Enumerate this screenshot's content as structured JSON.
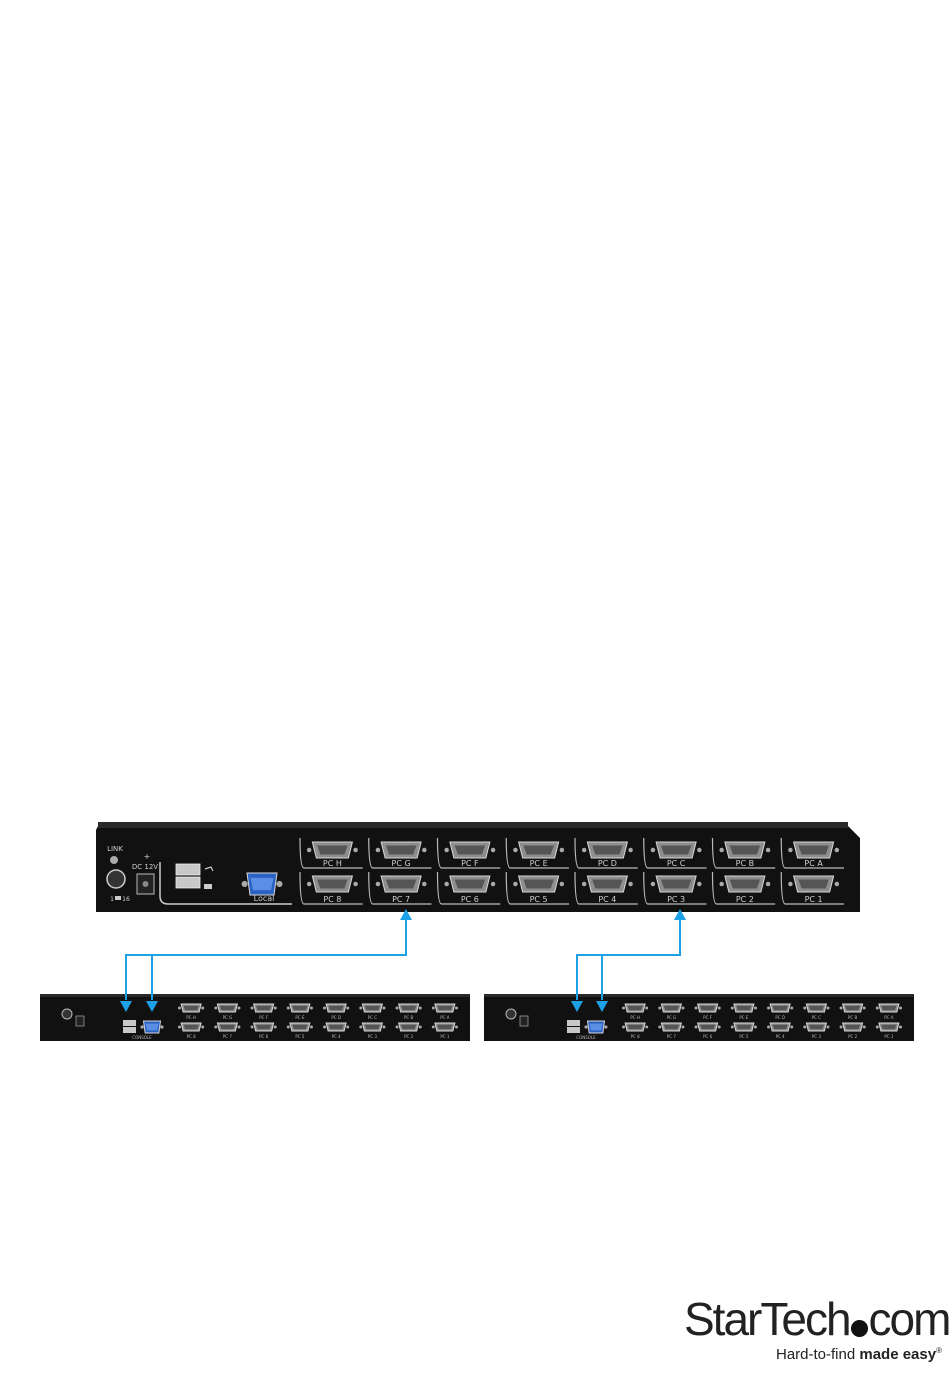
{
  "primary": {
    "link_label": "LINK",
    "dc_label": "DC 12V",
    "dc_polarity": "+",
    "switch_min": "1",
    "switch_max": "16",
    "local_label": "Local",
    "top_ports": [
      "PC H",
      "PC G",
      "PC F",
      "PC E",
      "PC D",
      "PC C",
      "PC B",
      "PC A"
    ],
    "bottom_ports": [
      "PC 8",
      "PC 7",
      "PC 6",
      "PC 5",
      "PC 4",
      "PC 3",
      "PC 2",
      "PC 1"
    ]
  },
  "secondary": {
    "console_label": "CONSOLE",
    "top_ports": [
      "PC H",
      "PC G",
      "PC F",
      "PC E",
      "PC D",
      "PC C",
      "PC B",
      "PC A"
    ],
    "bottom_ports": [
      "PC 8",
      "PC 7",
      "PC 6",
      "PC 5",
      "PC 4",
      "PC 3",
      "PC 2",
      "PC 1"
    ]
  },
  "connections": [
    {
      "from_port": "PC 7",
      "to_unit": "left-secondary-kvm"
    },
    {
      "from_port": "PC 3",
      "to_unit": "right-secondary-kvm"
    }
  ],
  "colors": {
    "chassis": "#111111",
    "vga_blue": "#2a63c4",
    "arrow": "#1da1e6"
  },
  "logo": {
    "brand_a": "StarTech",
    "brand_b": "com",
    "tagline_a": "Hard-to-find ",
    "tagline_b": "made easy",
    "reg": "®"
  }
}
